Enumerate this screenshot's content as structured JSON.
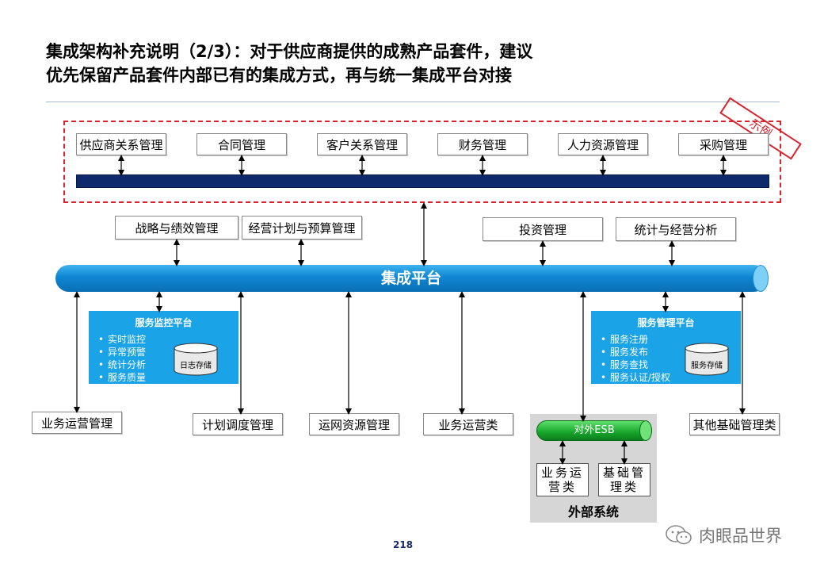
{
  "title": {
    "line1": "集成架构补充说明（2/3）：对于供应商提供的成熟产品套件，建议",
    "line2": "优先保留产品套件内部已有的集成方式，再与统一集成平台对接"
  },
  "example_stamp": "示例",
  "supplier_modules": [
    "供应商关系管理",
    "合同管理",
    "客户关系管理",
    "财务管理",
    "人力资源管理",
    "采购管理"
  ],
  "upper_systems": [
    "战略与绩效管理",
    "经营计划与预算管理",
    "投资管理",
    "统计与经营分析"
  ],
  "integration_platform": "集成平台",
  "service_monitor": {
    "title": "服务监控平台",
    "items": [
      "实时监控",
      "异常预警",
      "统计分析",
      "服务质量"
    ],
    "storage": "日志存储"
  },
  "service_management": {
    "title": "服务管理平台",
    "items": [
      "服务注册",
      "服务发布",
      "服务查找",
      "服务认证/授权"
    ],
    "storage": "服务存储"
  },
  "lower_systems": [
    "业务运营管理",
    "计划调度管理",
    "运网资源管理",
    "业务运营类",
    "其他基础管理类"
  ],
  "external": {
    "esb": "对外ESB",
    "business_ops": "业务运营类",
    "basic_mgmt": "基础管理类",
    "label": "外部系统"
  },
  "page_number": "218",
  "watermark": "肉眼品世界",
  "colors": {
    "stamp_red": "#d9232d",
    "navy_bus": "#0e2a6d",
    "platform_blue": "#0e86d2",
    "panel_blue": "#1aa3e6",
    "esb_green": "#16a52a",
    "external_gray": "#d6d6d6"
  }
}
